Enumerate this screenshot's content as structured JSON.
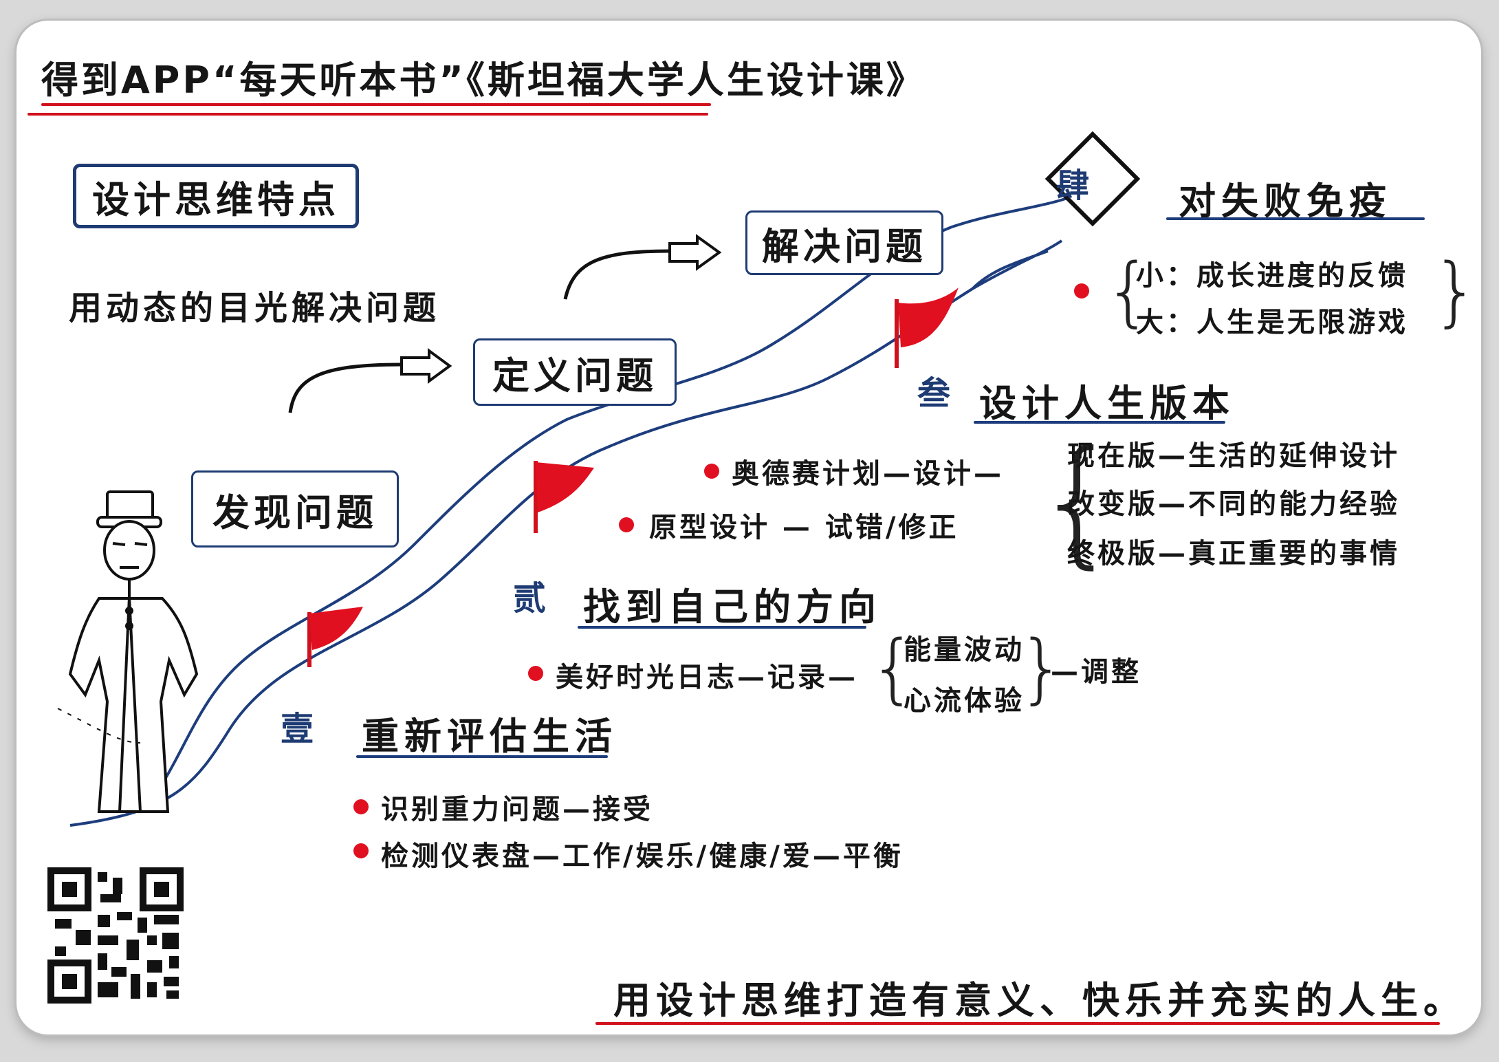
{
  "header": {
    "title": "得到APP“每天听本书”《斯坦福大学人生设计课》"
  },
  "features": {
    "heading": "设计思维特点",
    "subtitle": "用动态的目光解决问题",
    "steps": [
      "发现问题",
      "定义问题",
      "解决问题"
    ]
  },
  "stages": [
    {
      "number": "壹",
      "title": "重新评估生活",
      "items": [
        "识别重力问题—接受",
        "检测仪表盘—工作/娱乐/健康/爱—平衡"
      ]
    },
    {
      "number": "贰",
      "title": "找到自己的方向",
      "item_lead": "美好时光日志—记录—",
      "item_branches": [
        "能量波动",
        "心流体验"
      ],
      "item_tail": "—调整"
    },
    {
      "number": "叁",
      "title": "设计人生版本",
      "item_odyssey": "奥德赛计划—设计—",
      "versions": [
        "现在版—生活的延伸设计",
        "改变版—不同的能力经验",
        "终极版—真正重要的事情"
      ],
      "item_prototype": "原型设计 — 试错/修正"
    },
    {
      "number": "肆",
      "title": "对失败免疫",
      "feedback": [
        "小：成长进度的反馈",
        "大：人生是无限游戏"
      ]
    }
  ],
  "footer": {
    "slogan": "用设计思维打造有意义、快乐并充实的人生。"
  },
  "colors": {
    "accent_red": "#d0101c",
    "flag_red": "#e01020",
    "navy": "#1e3b73"
  },
  "icons": [
    "person-figure-icon",
    "flag-icon",
    "arrow-right-icon",
    "diamond-badge-icon",
    "qr-code-icon"
  ]
}
